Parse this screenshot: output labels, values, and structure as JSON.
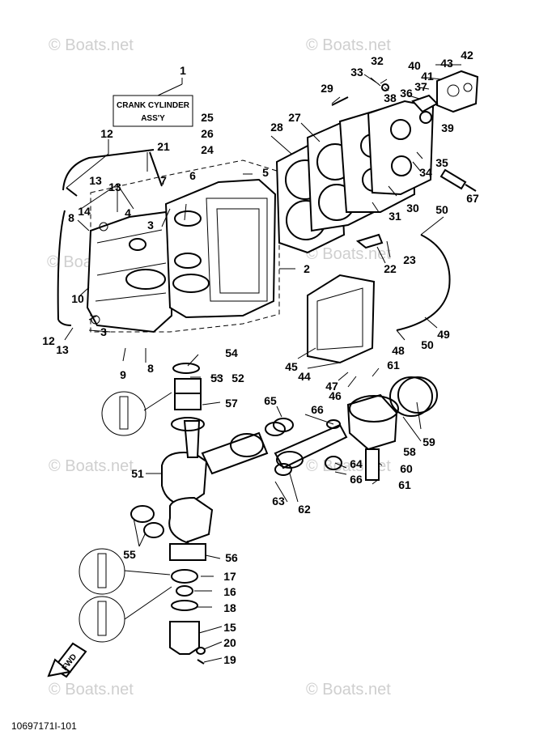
{
  "watermark": "© Boats.net",
  "assembly_label": {
    "line1": "CRANK CYLINDER",
    "line2": "ASS'Y"
  },
  "direction_label": "FWD",
  "diagram_ref": "10697171I-101",
  "callouts": [
    {
      "id": "c1",
      "text": "1"
    },
    {
      "id": "c2",
      "text": "2"
    },
    {
      "id": "c3a",
      "text": "3"
    },
    {
      "id": "c3b",
      "text": "3"
    },
    {
      "id": "c4",
      "text": "4"
    },
    {
      "id": "c5",
      "text": "5"
    },
    {
      "id": "c6",
      "text": "6"
    },
    {
      "id": "c7",
      "text": "7"
    },
    {
      "id": "c8a",
      "text": "8"
    },
    {
      "id": "c8b",
      "text": "8"
    },
    {
      "id": "c9",
      "text": "9"
    },
    {
      "id": "c10",
      "text": "10"
    },
    {
      "id": "c12a",
      "text": "12"
    },
    {
      "id": "c12b",
      "text": "12"
    },
    {
      "id": "c13a",
      "text": "13"
    },
    {
      "id": "c13b",
      "text": "13"
    },
    {
      "id": "c13c",
      "text": "13"
    },
    {
      "id": "c14",
      "text": "14"
    },
    {
      "id": "c15",
      "text": "15"
    },
    {
      "id": "c16",
      "text": "16"
    },
    {
      "id": "c17",
      "text": "17"
    },
    {
      "id": "c18",
      "text": "18"
    },
    {
      "id": "c19",
      "text": "19"
    },
    {
      "id": "c20",
      "text": "20"
    },
    {
      "id": "c21",
      "text": "21"
    },
    {
      "id": "c22",
      "text": "22"
    },
    {
      "id": "c23",
      "text": "23"
    },
    {
      "id": "c24",
      "text": "24"
    },
    {
      "id": "c25",
      "text": "25"
    },
    {
      "id": "c26",
      "text": "26"
    },
    {
      "id": "c27",
      "text": "27"
    },
    {
      "id": "c28",
      "text": "28"
    },
    {
      "id": "c29",
      "text": "29"
    },
    {
      "id": "c30",
      "text": "30"
    },
    {
      "id": "c31",
      "text": "31"
    },
    {
      "id": "c32",
      "text": "32"
    },
    {
      "id": "c33",
      "text": "33"
    },
    {
      "id": "c34",
      "text": "34"
    },
    {
      "id": "c35",
      "text": "35"
    },
    {
      "id": "c36",
      "text": "36"
    },
    {
      "id": "c37",
      "text": "37"
    },
    {
      "id": "c38",
      "text": "38"
    },
    {
      "id": "c39",
      "text": "39"
    },
    {
      "id": "c40",
      "text": "40"
    },
    {
      "id": "c41",
      "text": "41"
    },
    {
      "id": "c42",
      "text": "42"
    },
    {
      "id": "c43",
      "text": "43"
    },
    {
      "id": "c44",
      "text": "44"
    },
    {
      "id": "c45",
      "text": "45"
    },
    {
      "id": "c46",
      "text": "46"
    },
    {
      "id": "c47",
      "text": "47"
    },
    {
      "id": "c48",
      "text": "48"
    },
    {
      "id": "c49",
      "text": "49"
    },
    {
      "id": "c50a",
      "text": "50"
    },
    {
      "id": "c50b",
      "text": "50"
    },
    {
      "id": "c51",
      "text": "51"
    },
    {
      "id": "c52",
      "text": "52"
    },
    {
      "id": "c53",
      "text": "53"
    },
    {
      "id": "c54",
      "text": "54"
    },
    {
      "id": "c55",
      "text": "55"
    },
    {
      "id": "c56",
      "text": "56"
    },
    {
      "id": "c57",
      "text": "57"
    },
    {
      "id": "c58",
      "text": "58"
    },
    {
      "id": "c59",
      "text": "59"
    },
    {
      "id": "c60",
      "text": "60"
    },
    {
      "id": "c61a",
      "text": "61"
    },
    {
      "id": "c61b",
      "text": "61"
    },
    {
      "id": "c62",
      "text": "62"
    },
    {
      "id": "c63",
      "text": "63"
    },
    {
      "id": "c64",
      "text": "64"
    },
    {
      "id": "c65",
      "text": "65"
    },
    {
      "id": "c66a",
      "text": "66"
    },
    {
      "id": "c66b",
      "text": "66"
    },
    {
      "id": "c67",
      "text": "67"
    }
  ]
}
